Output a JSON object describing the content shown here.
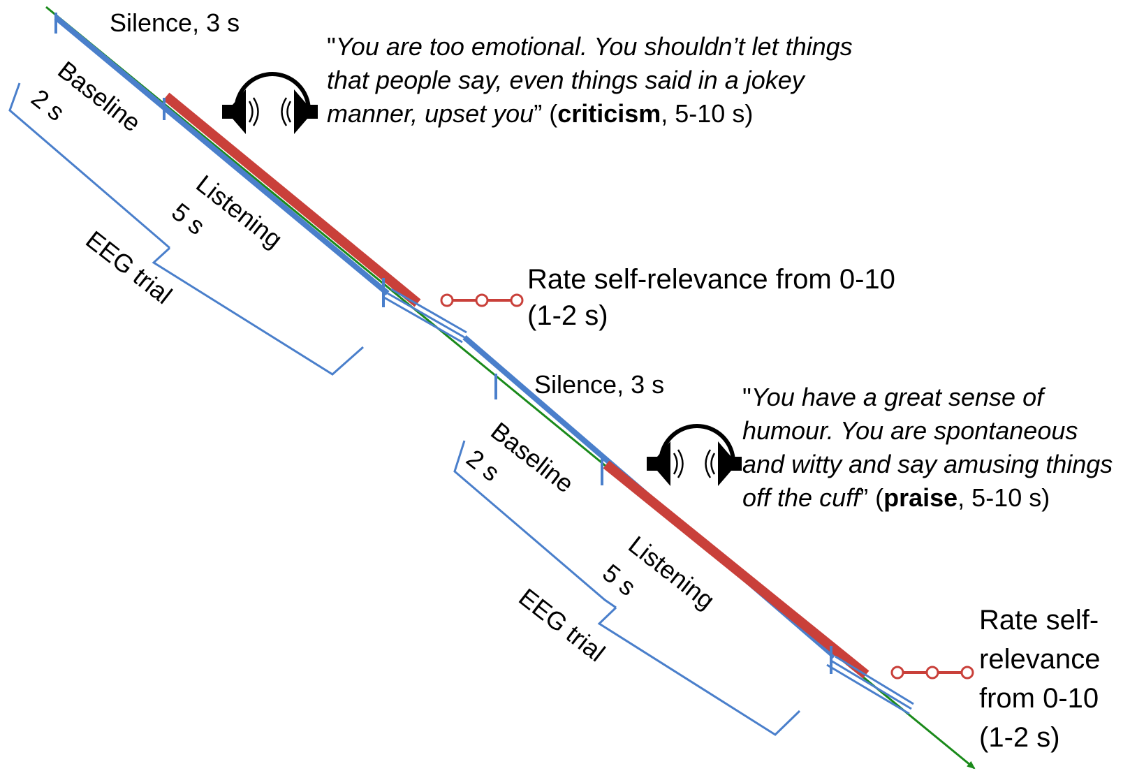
{
  "colors": {
    "timeline": "#1a8a1a",
    "trial_bar": "#4a7fcb",
    "listening_bar": "#c9403a",
    "bracket": "#4a7fcb",
    "rating_scale": "#c9403a"
  },
  "icons": [
    "speaker-icon",
    "headphones-icon",
    "rating-scale-icon",
    "arrow-head-icon"
  ],
  "trials": [
    {
      "silence": "Silence, 3 s",
      "baseline": "Baseline",
      "baseline_dur": "2 s",
      "listening": "Listening",
      "listening_dur": "5 s",
      "eeg": "EEG trial",
      "quote_open": "\"",
      "quote_text": "You are too emotional. You shouldn’t let things that people say, even things said in a jokey manner, upset you",
      "quote_close": "” (",
      "category": "criticism",
      "duration": ", 5-10 s)",
      "rate_line1": "Rate self-relevance from 0-10",
      "rate_line2": "(1-2 s)"
    },
    {
      "silence": "Silence, 3 s",
      "baseline": "Baseline",
      "baseline_dur": "2 s",
      "listening": "Listening",
      "listening_dur": "5 s",
      "eeg": "EEG trial",
      "quote_open": "\"",
      "quote_text": "You have a great sense of humour. You are spontaneous and witty and say amusing things off the cuff",
      "quote_close": "” (",
      "category": "praise",
      "duration": ", 5-10 s)",
      "rate_line1": "Rate self-",
      "rate_line2": "relevance",
      "rate_line3": "from 0-10",
      "rate_line4": "(1-2 s)"
    }
  ]
}
